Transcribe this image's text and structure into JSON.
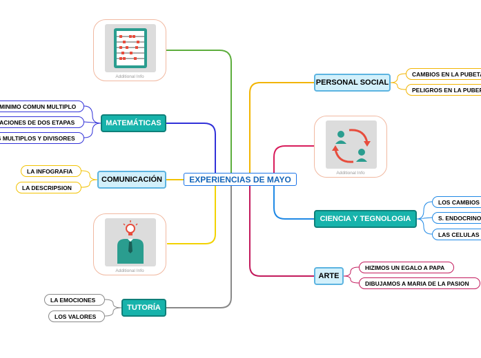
{
  "root": {
    "label": "EXPERIENCIAS DE MAYO"
  },
  "left": {
    "matematicas": {
      "label": "MATEMÁTICAS",
      "items": [
        "MINIMO COMUN MULTIPLO",
        "OPERACIONES DE DOS ETAPAS",
        "LOS MULTIPLOS Y DIVISORES"
      ]
    },
    "comunicacion": {
      "label": "COMUNICACIÓN",
      "items": [
        "LA INFOGRAFIA",
        "LA DESCRIPSION"
      ]
    },
    "tutoria": {
      "label": "TUTORÍA",
      "items": [
        "LA EMOCIONES",
        "LOS VALORES"
      ]
    }
  },
  "right": {
    "personal_social": {
      "label": "PERSONAL SOCIAL",
      "items": [
        "CAMBIOS EN LA PUBETAD",
        "PELIGROS EN LA PUBERTAD"
      ]
    },
    "ciencia": {
      "label": "CIENCIA Y TEGNOLOGIA",
      "items": [
        "LOS CAMBIOS",
        "S. ENDOCRINO",
        "LAS CELULAS"
      ]
    },
    "arte": {
      "label": "ARTE",
      "items": [
        "HIZIMOS UN EGALO A PAPA",
        "DIBUJAMOS A MARIA DE LA PASION"
      ]
    }
  },
  "images": {
    "caption": "Additional Info",
    "abacus": "abacus-icon",
    "cycle": "people-cycle-icon",
    "idea": "idea-person-icon"
  },
  "colors": {
    "teal": "#17b3ab",
    "teal_border": "#0e7f79",
    "light_blue": "#d2f0fb",
    "root_text": "#1565b8"
  }
}
